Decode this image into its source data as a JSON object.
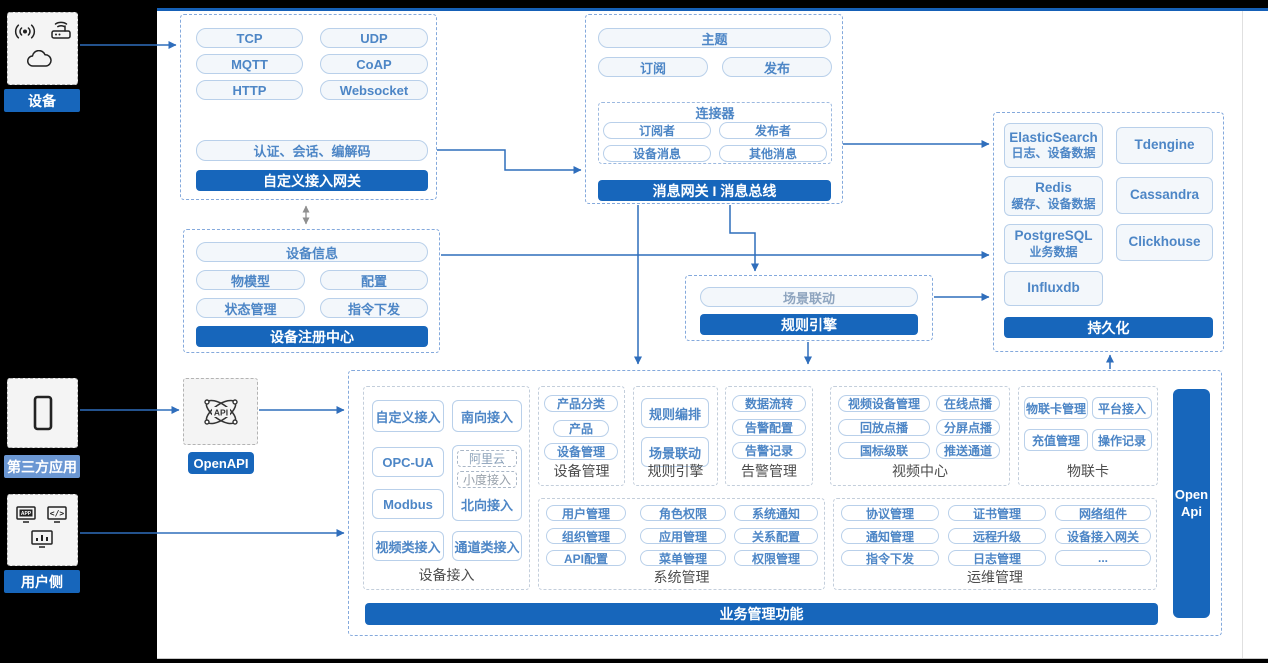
{
  "colors": {
    "primary": "#1766bb",
    "label_light": "#6b97d3",
    "button_text": "#4d86c6",
    "arrow": "#2f6ebc"
  },
  "actors": {
    "device": "设备",
    "third_party": "第三方应用",
    "user_side": "用户侧"
  },
  "openapi": {
    "label": "OpenAPI"
  },
  "custom_gateway": {
    "protocols": [
      "TCP",
      "UDP",
      "MQTT",
      "CoAP",
      "HTTP",
      "Websocket"
    ],
    "auth_bar": "认证、会话、编解码",
    "title": "自定义接入网关"
  },
  "device_registry": {
    "device_info": "设备信息",
    "items": [
      "物模型",
      "配置",
      "状态管理",
      "指令下发"
    ],
    "title": "设备注册中心"
  },
  "message_gateway": {
    "topic": "主题",
    "subscribe": "订阅",
    "publish": "发布",
    "connector_title": "连接器",
    "connector_items": [
      "订阅者",
      "发布者",
      "设备消息",
      "其他消息"
    ],
    "title": "消息网关 I 消息总线"
  },
  "rule_engine_mid": {
    "scene": "场景联动",
    "title": "规则引擎"
  },
  "persistence": {
    "stores": [
      {
        "name": "ElasticSearch",
        "sub": "日志、设备数据"
      },
      {
        "name": "Tdengine",
        "sub": ""
      },
      {
        "name": "Redis",
        "sub": "缓存、设备数据"
      },
      {
        "name": "Cassandra",
        "sub": ""
      },
      {
        "name": "PostgreSQL",
        "sub": "业务数据"
      },
      {
        "name": "Clickhouse",
        "sub": ""
      },
      {
        "name": "Influxdb",
        "sub": ""
      }
    ],
    "title": "持久化"
  },
  "platform": {
    "device_access": {
      "label": "设备接入",
      "b0": "自定义接入",
      "b1": "南向接入",
      "b2": "OPC-UA",
      "b3": "Modbus",
      "b4": "视频类接入",
      "b5": "通道类接入",
      "ali": "阿里云",
      "xiaodu": "小度接入",
      "north": "北向接入"
    },
    "device_mgmt": {
      "label": "设备管理",
      "buttons": [
        "产品分类",
        "产品",
        "设备管理"
      ]
    },
    "rule_engine": {
      "label": "规则引擎",
      "buttons": [
        "规则编排",
        "场景联动"
      ]
    },
    "alarm": {
      "label": "告警管理",
      "buttons": [
        "数据流转",
        "告警配置",
        "告警记录"
      ]
    },
    "video": {
      "label": "视频中心",
      "buttons": [
        "视频设备管理",
        "在线点播",
        "回放点播",
        "分屏点播",
        "国标级联",
        "推送通道"
      ]
    },
    "iot_card": {
      "label": "物联卡",
      "buttons": [
        "物联卡管理",
        "平台接入",
        "充值管理",
        "操作记录"
      ]
    },
    "system": {
      "label": "系统管理",
      "buttons": [
        "用户管理",
        "角色权限",
        "系统通知",
        "组织管理",
        "应用管理",
        "关系配置",
        "API配置",
        "菜单管理",
        "权限管理"
      ]
    },
    "ops": {
      "label": "运维管理",
      "buttons": [
        "协议管理",
        "证书管理",
        "网络组件",
        "通知管理",
        "远程升级",
        "设备接入网关",
        "指令下发",
        "日志管理",
        "..."
      ]
    },
    "footer": "业务管理功能",
    "open_api_line1": "Open",
    "open_api_line2": "Api"
  }
}
